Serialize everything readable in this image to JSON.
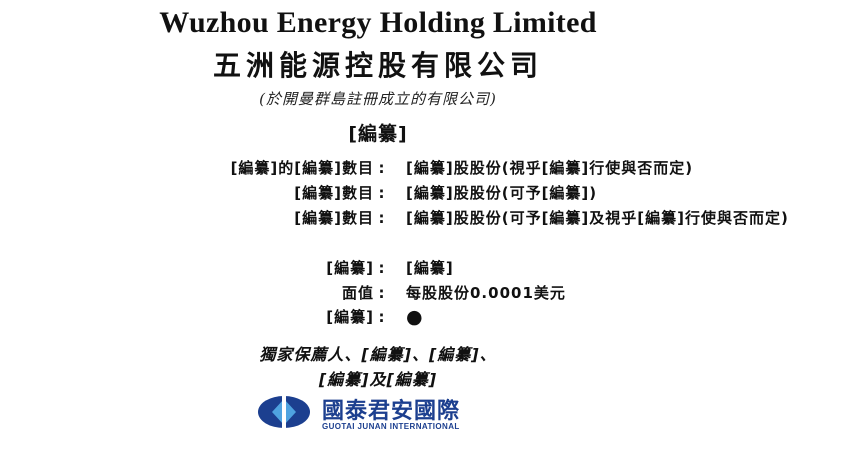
{
  "company": {
    "name_en": "Wuzhou Energy Holding Limited",
    "name_zh": "五洲能源控股有限公司",
    "incorporation": "(於開曼群島註冊成立的有限公司)"
  },
  "heading": "[編纂]",
  "offering_rows": [
    {
      "label": "[編纂]的[編纂]數目",
      "colon": ":",
      "value": "[編纂]股股份(視乎[編纂]行使與否而定)"
    },
    {
      "label": "[編纂]數目",
      "colon": ":",
      "value": "[編纂]股股份(可予[編纂])"
    },
    {
      "label": "[編纂]數目",
      "colon": ":",
      "value": "[編纂]股股份(可予[編纂]及視乎[編纂]行使與否而定)"
    },
    {
      "label": "[編纂]",
      "colon": ":",
      "value": "[編纂]"
    },
    {
      "label": "面值",
      "colon": ":",
      "value": "每股股份0.0001美元"
    },
    {
      "label": "[編纂]",
      "colon": ":",
      "value": "●"
    }
  ],
  "sponsors": {
    "line1": "獨家保薦人、[編纂]、[編纂]、",
    "line2": "[編纂]及[編纂]"
  },
  "logo": {
    "name_zh": "國泰君安國際",
    "name_en": "GUOTAI JUNAN INTERNATIONAL",
    "color": "#1c3f8f",
    "icon": "guotai-junan-logo-icon"
  }
}
